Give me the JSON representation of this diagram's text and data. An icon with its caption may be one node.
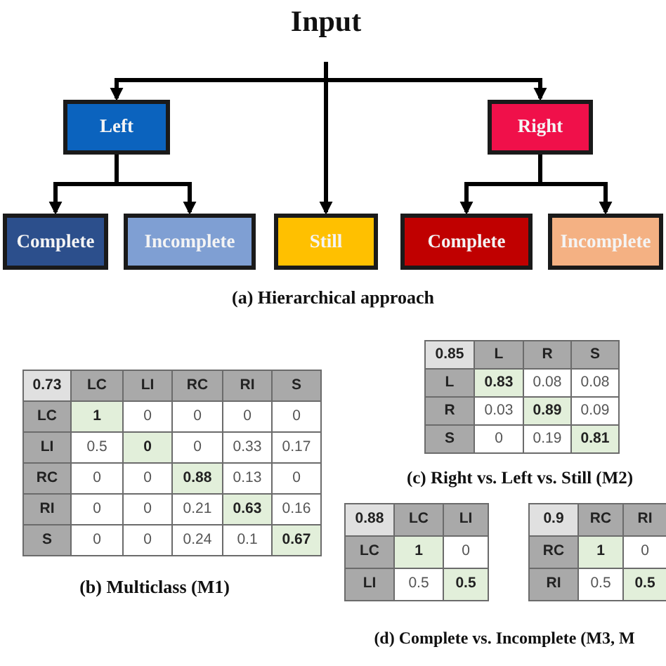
{
  "diagram": {
    "nodes": [
      {
        "text": [
          "Input"
        ]
      },
      {
        "text": [
          "Left"
        ]
      },
      {
        "text": [
          "Right"
        ]
      },
      {
        "text": [
          "Complete"
        ]
      },
      {
        "text": [
          "Incomplete"
        ]
      },
      {
        "text": [
          "Still"
        ]
      },
      {
        "text": [
          "Complete"
        ]
      },
      {
        "text": [
          "Incomplete"
        ]
      }
    ],
    "edges": [
      {
        "from": 0,
        "to": 1,
        "arrow": "to"
      },
      {
        "from": 0,
        "to": 5,
        "arrow": "to"
      },
      {
        "from": 0,
        "to": 2,
        "arrow": "to"
      },
      {
        "from": 1,
        "to": 3,
        "arrow": "to"
      },
      {
        "from": 1,
        "to": 4,
        "arrow": "to"
      },
      {
        "from": 2,
        "to": 6,
        "arrow": "to"
      },
      {
        "from": 2,
        "to": 7,
        "arrow": "to"
      }
    ],
    "labels": [
      "(a) Hierarchical approach",
      "0.73",
      "LC",
      "LI",
      "RC",
      "RI",
      "S",
      "LC",
      "1",
      "0",
      "0",
      "0",
      "0",
      "LI",
      "0.5",
      "0",
      "0",
      "0.33",
      "0.17",
      "RC",
      "0",
      "0",
      "0.88",
      "0.13",
      "0",
      "RI",
      "0",
      "0",
      "0.21",
      "0.63",
      "0.16",
      "S",
      "0",
      "0",
      "0.24",
      "0.1",
      "0.67",
      "(b) Multiclass (M1)",
      "0.85",
      "L",
      "R",
      "S",
      "L",
      "0.83",
      "0.08",
      "0.08",
      "R",
      "0.03",
      "0.89",
      "0.09",
      "S",
      "0",
      "0.19",
      "0.81",
      "(c) Right vs. Left vs. Still (M2)",
      "0.88",
      "LC",
      "LI",
      "LC",
      "1",
      "0",
      "LI",
      "0.5",
      "0.5",
      "0.9",
      "RC",
      "RI",
      "RC",
      "1",
      "0",
      "RI",
      "0.5",
      "0.5",
      "(d) Complete vs. Incomplete (M3, M"
    ]
  }
}
